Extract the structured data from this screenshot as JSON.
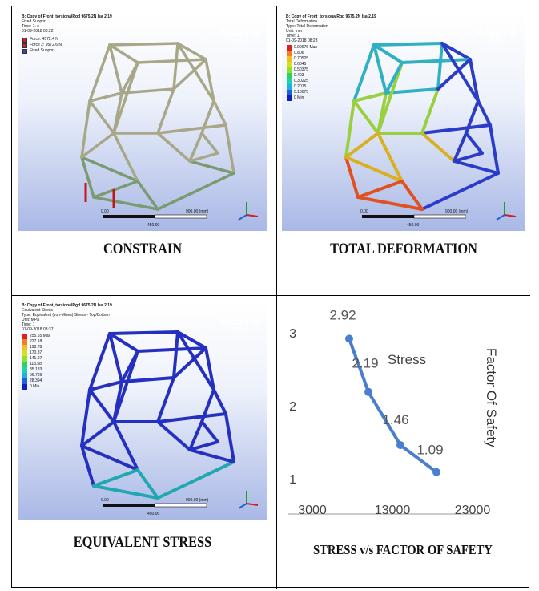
{
  "panels": {
    "constrain": {
      "header_lines": [
        "B: Copy of Front_torsionalRgd 9675.2N Isa 2.19",
        "Fixed Support",
        "Time: 1. s",
        "01-09-2018 08:22"
      ],
      "legend": [
        {
          "label": "Force: 4572.4 N",
          "color": "#cc2222"
        },
        {
          "label": "Force 2: 9572.6 N",
          "color": "#cc2222"
        },
        {
          "label": "Fixed Support",
          "color": "#3344cc"
        }
      ],
      "ansys": "ANSYS",
      "version": "R18.1",
      "scale": {
        "left": "0.00",
        "right": "900.00 (mm)",
        "mid": "450.00"
      },
      "caption": "CONSTRAIN"
    },
    "deformation": {
      "header_lines": [
        "B: Copy of Front_torsionalRgd 9675.2N Isa 2.19",
        "Total Deformation",
        "Type: Total Deformation",
        "Unit: mm",
        "Time: 1",
        "01-09-2018 08:23"
      ],
      "legend": [
        {
          "label": "0.90676 Max",
          "color": "#e02020"
        },
        {
          "label": "0.806",
          "color": "#f08020"
        },
        {
          "label": "0.70525",
          "color": "#f0c020"
        },
        {
          "label": "0.6045",
          "color": "#d8e020"
        },
        {
          "label": "0.50375",
          "color": "#90e030"
        },
        {
          "label": "0.403",
          "color": "#30d060"
        },
        {
          "label": "0.30225",
          "color": "#20d0b0"
        },
        {
          "label": "0.2015",
          "color": "#20b0e0"
        },
        {
          "label": "0.10075",
          "color": "#2060e0"
        },
        {
          "label": "0 Min",
          "color": "#1020c0"
        }
      ],
      "ansys": "ANSYS",
      "version": "R18.1",
      "scale": {
        "left": "0.00",
        "right": "900.00 (mm)",
        "mid": "450.00"
      },
      "caption": "TOTAL DEFORMATION"
    },
    "stress": {
      "header_lines": [
        "B: Copy of Front_torsionalRgd 9675.2N Isa 2.19",
        "Equivalent Stress",
        "Type: Equivalent (von-Mises) Stress - Top/Bottom",
        "Unit: MPa",
        "Time: 1",
        "01-09-2018 08:37"
      ],
      "legend": [
        {
          "label": "255.55 Max",
          "color": "#e02020"
        },
        {
          "label": "227.18",
          "color": "#f08020"
        },
        {
          "label": "198.78",
          "color": "#f0c020"
        },
        {
          "label": "170.37",
          "color": "#d8e020"
        },
        {
          "label": "141.97",
          "color": "#90e030"
        },
        {
          "label": "113.58",
          "color": "#30d060"
        },
        {
          "label": "85.183",
          "color": "#20d0b0"
        },
        {
          "label": "56.789",
          "color": "#20b0e0"
        },
        {
          "label": "28.394",
          "color": "#2060e0"
        },
        {
          "label": "0 Min",
          "color": "#1020c0"
        }
      ],
      "ansys": "ANSYS",
      "version": "R18.1",
      "scale": {
        "left": "0.00",
        "right": "900.00 (mm)",
        "mid": "450.00"
      },
      "caption": "EQUIVALENT STRESS"
    },
    "chart": {
      "caption": "STRESS v/s FACTOR OF SAFETY"
    }
  },
  "chart_data": {
    "type": "line",
    "title": "Stress",
    "xlabel": "",
    "ylabel": "Factor Of Safety",
    "x": [
      7600,
      10000,
      14000,
      18500
    ],
    "series": [
      {
        "values": [
          2.92,
          2.19,
          1.46,
          1.09
        ]
      }
    ],
    "data_labels": [
      "2.92",
      "2.19",
      "1.46",
      "1.09"
    ],
    "xticks": [
      "3000",
      "13000",
      "23000"
    ],
    "yticks": [
      "1",
      "2",
      "3"
    ],
    "xlim": [
      3000,
      23000
    ],
    "ylim": [
      0.9,
      3.1
    ],
    "color": "#4a7fd0",
    "grid": false
  }
}
